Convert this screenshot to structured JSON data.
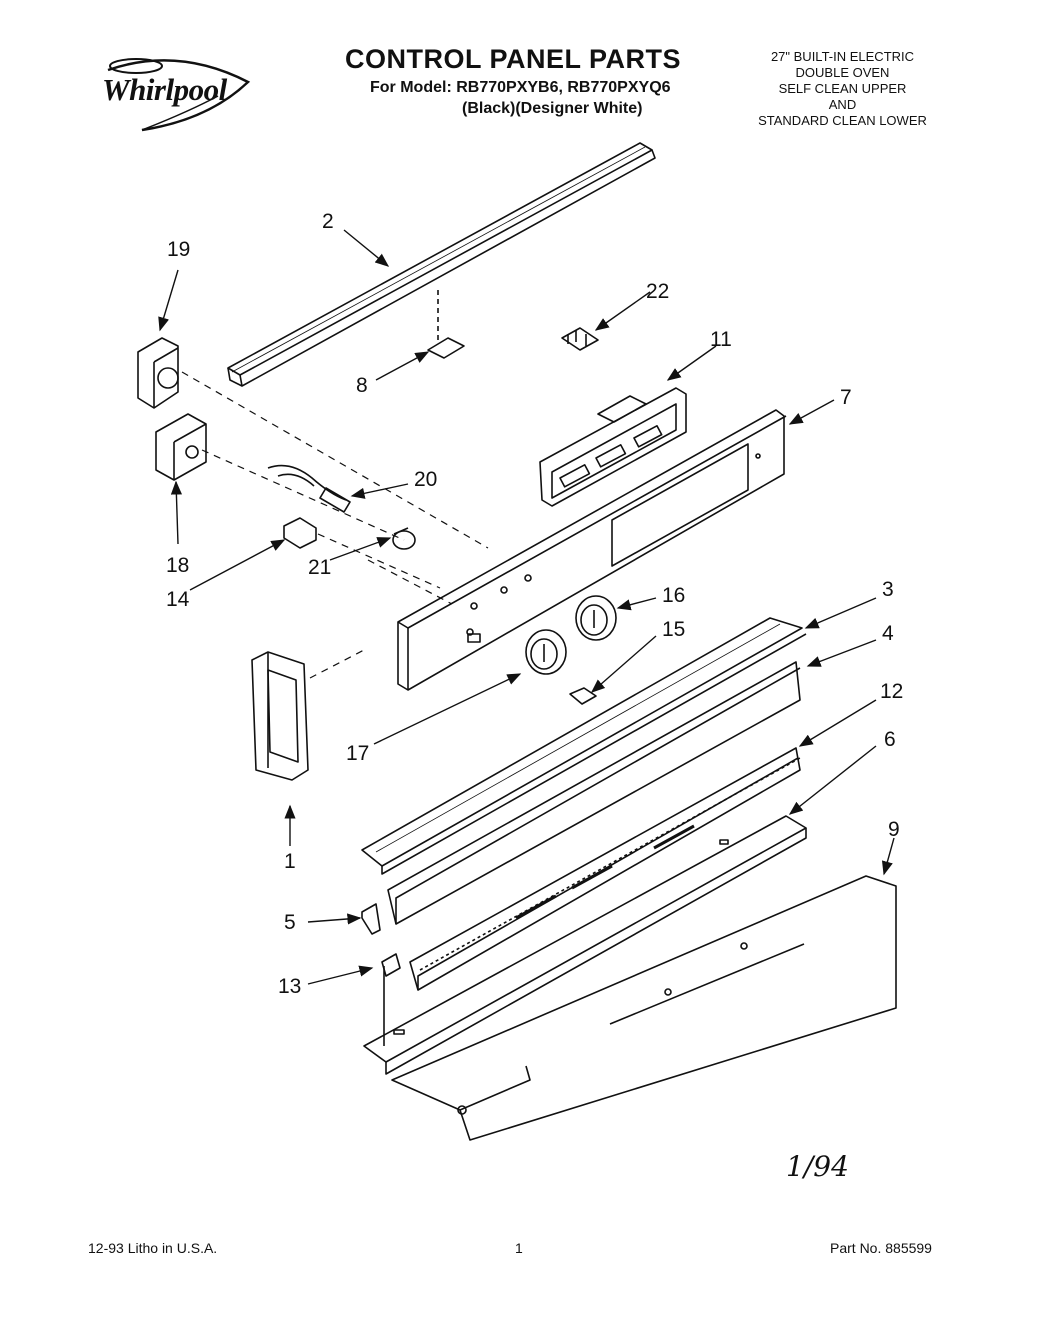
{
  "header": {
    "brand": "Whirlpool",
    "title": "CONTROL PANEL PARTS",
    "model_line": "For Model: RB770PXYB6, RB770PXYQ6",
    "variant_line": "(Black)(Designer White)",
    "description": [
      "27\" BUILT-IN ELECTRIC",
      "DOUBLE OVEN",
      "SELF CLEAN UPPER",
      "AND",
      "STANDARD CLEAN LOWER"
    ]
  },
  "callouts": [
    {
      "id": "2",
      "label": "2"
    },
    {
      "id": "19",
      "label": "19"
    },
    {
      "id": "22",
      "label": "22"
    },
    {
      "id": "11",
      "label": "11"
    },
    {
      "id": "8",
      "label": "8"
    },
    {
      "id": "7",
      "label": "7"
    },
    {
      "id": "20",
      "label": "20"
    },
    {
      "id": "18",
      "label": "18"
    },
    {
      "id": "21",
      "label": "21"
    },
    {
      "id": "14",
      "label": "14"
    },
    {
      "id": "16",
      "label": "16"
    },
    {
      "id": "3",
      "label": "3"
    },
    {
      "id": "15",
      "label": "15"
    },
    {
      "id": "4",
      "label": "4"
    },
    {
      "id": "12",
      "label": "12"
    },
    {
      "id": "17",
      "label": "17"
    },
    {
      "id": "6",
      "label": "6"
    },
    {
      "id": "1",
      "label": "1"
    },
    {
      "id": "9",
      "label": "9"
    },
    {
      "id": "5",
      "label": "5"
    },
    {
      "id": "13",
      "label": "13"
    }
  ],
  "handwritten_note": "1/94",
  "footer": {
    "left": "12-93 Litho in U.S.A.",
    "center": "1",
    "right": "Part No. 885599"
  }
}
